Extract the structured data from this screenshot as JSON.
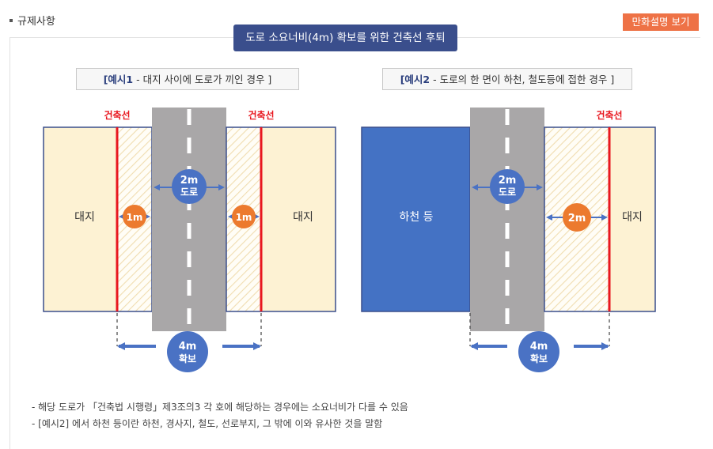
{
  "header": {
    "section_title": "규제사항",
    "comic_button": "만화설명 보기"
  },
  "diagram": {
    "title": "도로 소요너비(4m) 확보를 위한 건축선 후퇴",
    "example1": {
      "label_prefix": "[예시1",
      "label_text": " - 대지 사이에 도로가 끼인 경우 ]",
      "building_line_left": "건축선",
      "building_line_right": "건축선",
      "lot_left": "대지",
      "lot_right": "대지",
      "setback_left": "1m",
      "setback_right": "1m",
      "road_width_line1": "2m",
      "road_width_line2": "도로",
      "secured_line1": "4m",
      "secured_line2": "확보"
    },
    "example2": {
      "label_prefix": "[예시2",
      "label_text": " - 도로의 한 면이 하천, 철도등에 접한 경우 ]",
      "building_line": "건축선",
      "river": "하천 등",
      "lot": "대지",
      "setback": "2m",
      "road_width_line1": "2m",
      "road_width_line2": "도로",
      "secured_line1": "4m",
      "secured_line2": "확보"
    },
    "colors": {
      "lot_fill": "#fdf2d3",
      "lot_border": "#3a4e8c",
      "road": "#a9a7a8",
      "building_line": "#e8171f",
      "blue_badge": "#4a72c4",
      "orange_badge": "#ec7a2e",
      "river": "#4472c4",
      "title_bg": "#3a4e8c",
      "button_bg": "#ee7246"
    }
  },
  "notes": [
    "- 해당 도로가 「건축법 시행령」제3조의3 각 호에 해당하는 경우에는 소요너비가 다를 수 있음",
    "- [예시2] 에서 하천 등이란 하천, 경사지, 철도, 선로부지, 그 밖에 이와 유사한 것을 말함"
  ]
}
